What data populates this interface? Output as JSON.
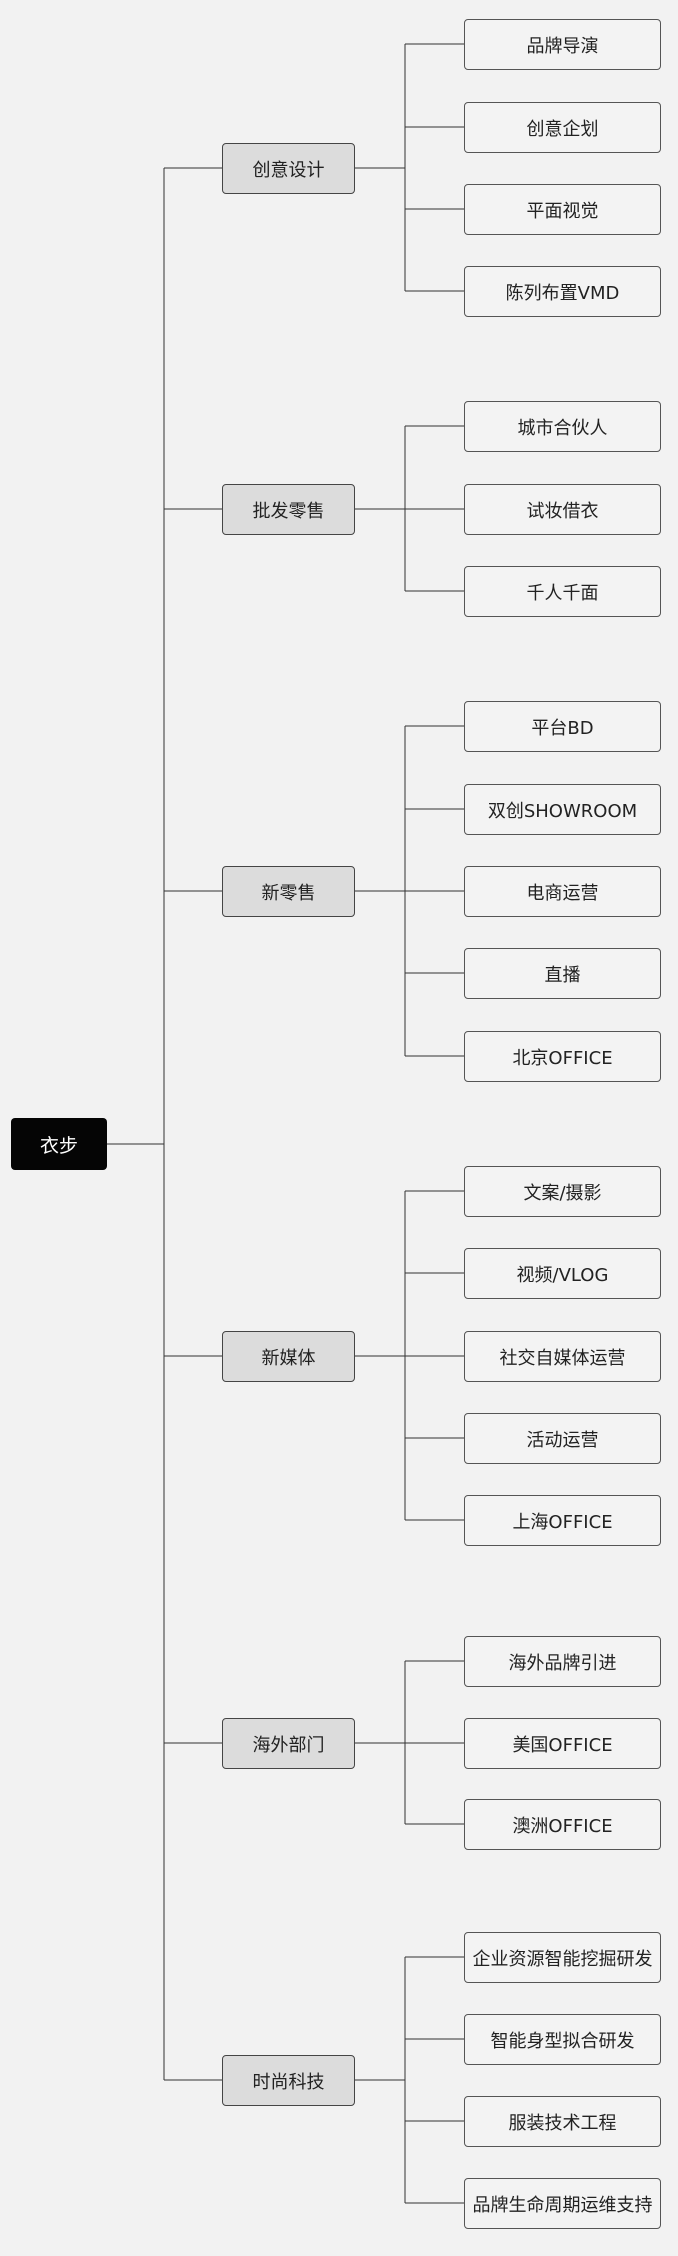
{
  "root": {
    "label": "衣步"
  },
  "branches": [
    {
      "label": "创意设计",
      "children": [
        "品牌导演",
        "创意企划",
        "平面视觉",
        "陈列布置VMD"
      ]
    },
    {
      "label": "批发零售",
      "children": [
        "城市合伙人",
        "试妆借衣",
        "千人千面"
      ]
    },
    {
      "label": "新零售",
      "children": [
        "平台BD",
        "双创SHOWROOM",
        "电商运营",
        "直播",
        "北京OFFICE"
      ]
    },
    {
      "label": "新媒体",
      "children": [
        "文案/摄影",
        "视频/VLOG",
        "社交自媒体运营",
        "活动运营",
        "上海OFFICE"
      ]
    },
    {
      "label": "海外部门",
      "children": [
        "海外品牌引进",
        "美国OFFICE",
        "澳洲OFFICE"
      ]
    },
    {
      "label": "时尚科技",
      "children": [
        "企业资源智能挖掘研发",
        "智能身型拟合研发",
        "服装技术工程",
        "品牌生命周期运维支持"
      ]
    }
  ],
  "colors": {
    "background": "#f2f2f2",
    "root_fill": "#050505",
    "root_text": "#ffffff",
    "branch_fill": "#dcdcdc",
    "leaf_fill": "#f3f3f3",
    "line": "#333333"
  }
}
